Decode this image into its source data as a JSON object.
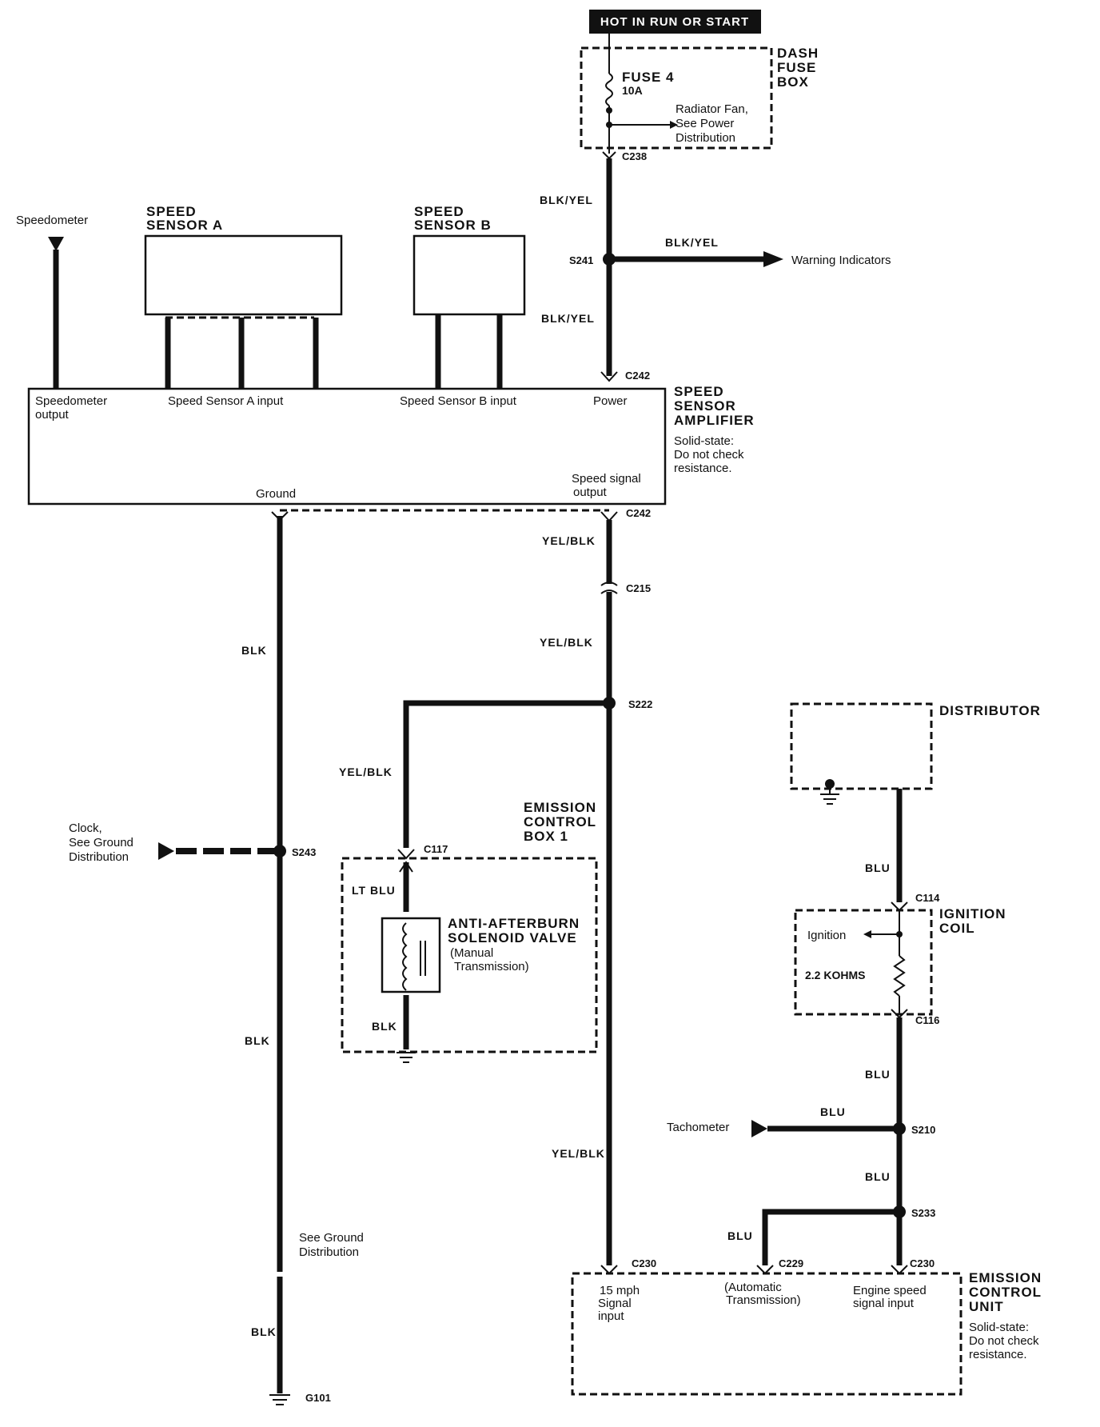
{
  "header": {
    "banner": "HOT IN RUN OR START"
  },
  "dash_fuse_box": {
    "name_lines": [
      "DASH",
      "FUSE",
      "BOX"
    ],
    "fuse_name": "FUSE 4",
    "fuse_rating": "10A",
    "branch_note_lines": [
      "Radiator Fan,",
      "See Power",
      "Distribution"
    ]
  },
  "connectors": {
    "c238": "C238",
    "s241": "S241",
    "c242_top": "C242",
    "c242_bottom": "C242",
    "c215": "C215",
    "s222": "S222",
    "s243": "S243",
    "c117": "C117",
    "c114": "C114",
    "c116": "C116",
    "s210": "S210",
    "s233": "S233",
    "c230_left": "C230",
    "c229": "C229",
    "c230_right": "C230",
    "g101": "G101"
  },
  "wires": {
    "blk_yel_1": "BLK/YEL",
    "blk_yel_2": "BLK/YEL",
    "blk_yel_3": "BLK/YEL",
    "yel_blk_1": "YEL/BLK",
    "yel_blk_2": "YEL/BLK",
    "yel_blk_3": "YEL/BLK",
    "yel_blk_4": "YEL/BLK",
    "blk_1": "BLK",
    "blk_2": "BLK",
    "blk_3": "BLK",
    "blk_valve": "BLK",
    "lt_blu": "LT BLU",
    "blu_1": "BLU",
    "blu_2": "BLU",
    "blu_3": "BLU",
    "blu_4": "BLU",
    "blu_5": "BLU"
  },
  "labels": {
    "warning_indicators": "Warning Indicators",
    "speedometer": "Speedometer",
    "speed_sensor_a": [
      "SPEED",
      "SENSOR A"
    ],
    "speed_sensor_b": [
      "SPEED",
      "SENSOR B"
    ],
    "clock_lines": [
      "Clock,",
      "See Ground",
      "Distribution"
    ],
    "see_ground_lines": [
      "See Ground",
      "Distribution"
    ],
    "tachometer": "Tachometer"
  },
  "amplifier": {
    "name_lines": [
      "SPEED",
      "SENSOR",
      "AMPLIFIER"
    ],
    "note_lines": [
      "Solid-state:",
      "Do not check",
      "resistance."
    ],
    "speedo_output_lines": [
      "Speedometer",
      "output"
    ],
    "sensor_a_input": "Speed Sensor A input",
    "sensor_b_input": "Speed Sensor B input",
    "power": "Power",
    "ground": "Ground",
    "signal_output_lines": [
      "Speed signal",
      "output"
    ]
  },
  "emission_box": {
    "name_lines": [
      "EMISSION",
      "CONTROL",
      "BOX 1"
    ],
    "valve_lines": [
      "ANTI-AFTERBURN",
      "SOLENOID VALVE"
    ],
    "valve_note_lines": [
      "(Manual",
      "Transmission)"
    ]
  },
  "distributor": {
    "name": "DISTRIBUTOR"
  },
  "ignition_coil": {
    "name_lines": [
      "IGNITION",
      "COIL"
    ],
    "ignition": "Ignition",
    "resistance": "2.2 KOHMS"
  },
  "ecu": {
    "name_lines": [
      "EMISSION",
      "CONTROL",
      "UNIT"
    ],
    "note_lines": [
      "Solid-state:",
      "Do not check",
      "resistance."
    ],
    "input_15mph_lines": [
      "15 mph",
      "Signal",
      "input"
    ],
    "auto_trans_lines": [
      "(Automatic",
      "Transmission)"
    ],
    "engine_speed_lines": [
      "Engine speed",
      "signal input"
    ]
  }
}
